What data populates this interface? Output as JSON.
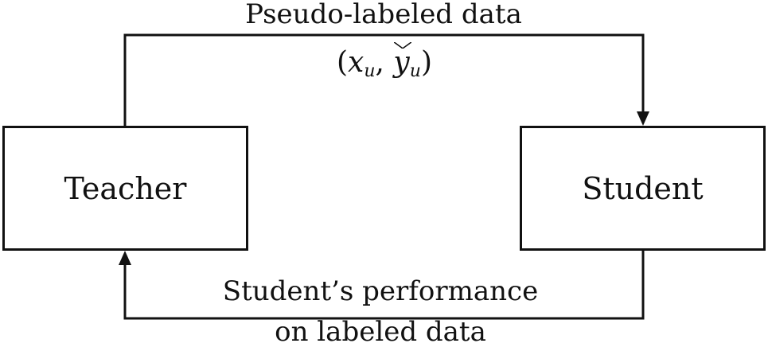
{
  "nodes": {
    "teacher": "Teacher",
    "student": "Student"
  },
  "edges": {
    "top_label": "Pseudo-labeled data",
    "pair": {
      "open": "(",
      "x": "x",
      "x_sub": "u",
      "comma": ", ",
      "y": "y",
      "y_sub": "u",
      "close": ")"
    },
    "bottom_line1": "Student’s performance",
    "bottom_line2": "on labeled data"
  },
  "colors": {
    "stroke": "#111111",
    "background": "#ffffff"
  }
}
